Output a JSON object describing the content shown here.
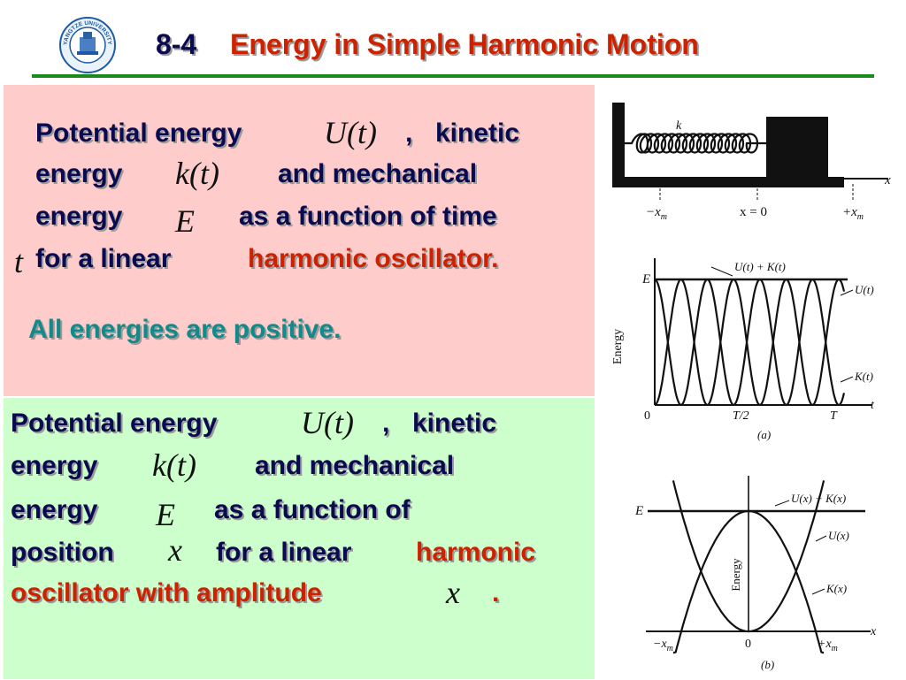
{
  "header": {
    "number": "8-4",
    "title": "Energy in Simple Harmonic Motion"
  },
  "top_panel": {
    "line1_a": "Potential energy",
    "math_U": "U(t)",
    "comma": ",",
    "line1_b": "kinetic",
    "line2_a": "energy",
    "math_k": "k(t)",
    "line2_b": "and mechanical",
    "line3_a": "energy",
    "math_E": "E",
    "line3_b": "as a function of time",
    "math_t": "t",
    "line4_a": "for a linear",
    "line4_b": "harmonic oscillator.",
    "note": "All energies are positive."
  },
  "bottom_panel": {
    "line1_a": "Potential energy",
    "math_U": "U(t)",
    "comma": ",",
    "line1_b": "kinetic",
    "line2_a": "energy",
    "math_k": "k(t)",
    "line2_b": "and mechanical",
    "line3_a": "energy",
    "math_E": "E",
    "line3_b": "as a function of",
    "line4_a": "position",
    "math_x": "x",
    "line4_b": "for a linear",
    "line4_c": "harmonic",
    "line5_a": "oscillator with amplitude",
    "math_xm": "x",
    "period": "."
  },
  "figure_spring": {
    "k_label": "k",
    "x_label": "x",
    "neg_xm": "−x",
    "zero": "x = 0",
    "pos_xm": "+x",
    "sub_m": "m"
  },
  "figure_time": {
    "y_axis_label": "Energy",
    "E_label": "E",
    "sum_label": "U(t) + K(t)",
    "U_label": "U(t)",
    "K_label": "K(t)",
    "origin": "0",
    "half_period": "T/2",
    "period": "T",
    "t_label": "t",
    "caption": "(a)"
  },
  "figure_position": {
    "y_axis_label": "Energy",
    "E_label": "E",
    "sum_label": "U(x) + K(x)",
    "U_label": "U(x)",
    "K_label": "K(x)",
    "neg_xm": "−x",
    "zero": "0",
    "pos_xm": "+x",
    "sub_m": "m",
    "x_label": "x",
    "caption": "(b)"
  },
  "logo": {
    "text": "YANGTZE UNIVERSITY"
  }
}
